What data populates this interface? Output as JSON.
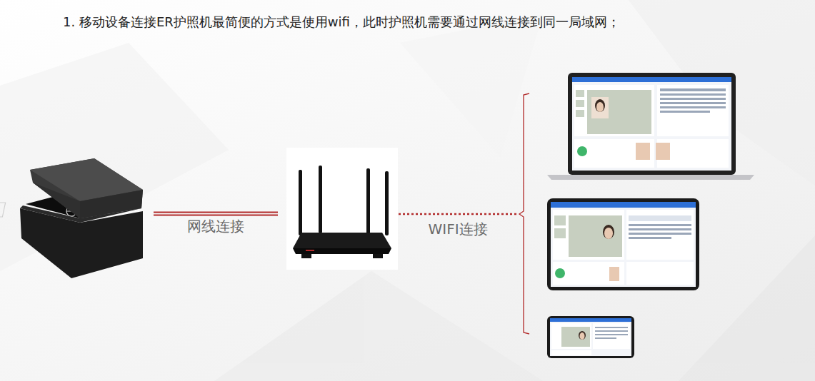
{
  "diagram": {
    "title": "1. 移动设备连接ER护照机最简便的方式是使用wifi，此时护照机需要通过网线连接到同一局域网；",
    "labels": [
      "网线连接",
      "WIFI连接"
    ]
  }
}
